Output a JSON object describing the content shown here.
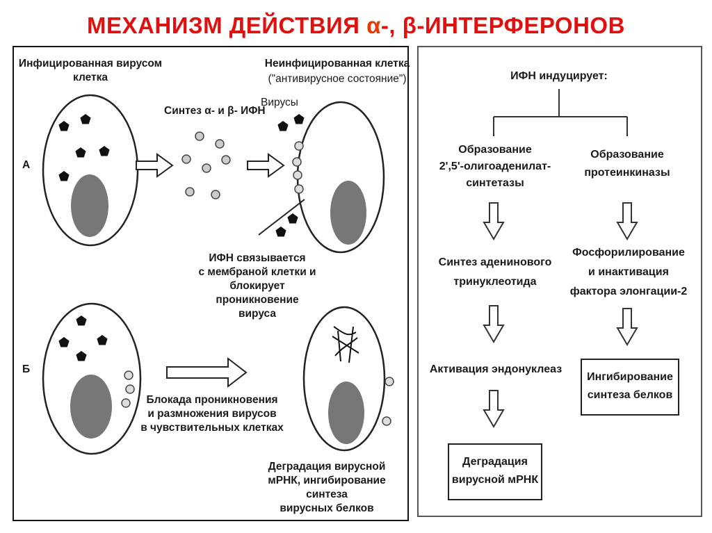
{
  "title": {
    "prefix": "МЕХАНИЗМ ДЕЙСТВИЯ ",
    "suffix": "-, β-ИНТЕРФЕРОНОВ",
    "alpha": "α",
    "color_main": "#e0100f",
    "color_alpha": "#e83a00"
  },
  "left_panel": {
    "infected_cell": "Инфицированная вирусом\nклетка",
    "uninfected_cell": "Неинфицированная клетка",
    "antiviral_state": "(\"антивирусное состояние\")",
    "synthesis": "Синтез α- и β- ИФН",
    "viruses": "Вирусы",
    "label_a": "А",
    "label_b": "Б",
    "ifn_binds": "ИФН связывается\nс мембраной клетки и\nблокирует проникновение\nвируса",
    "blockade": "Блокада проникновения\nи размножения вирусов\nв чувствительных клетках",
    "degradation": "Деградация вирусной\nмРНК, ингибирование синтеза\nвирусных белков"
  },
  "right_panel": {
    "ifn_induces": "ИФН индуцирует:",
    "oligo": "Образование\n2',5'-олигоаденилат-\nсинтетазы",
    "protein_kinase": "Образование\nпротеинкиназы",
    "adenine": "Синтез аденинового\nтринуклеотида",
    "phospho": "Фосфорилирование\nи инактивация\nфактора элонгации-2",
    "endonuclease": "Активация эндонуклеаз",
    "inhibition": "Ингибирование\nсинтеза белков",
    "degradation_mrna": "Деградация\nвирусной мРНК"
  }
}
